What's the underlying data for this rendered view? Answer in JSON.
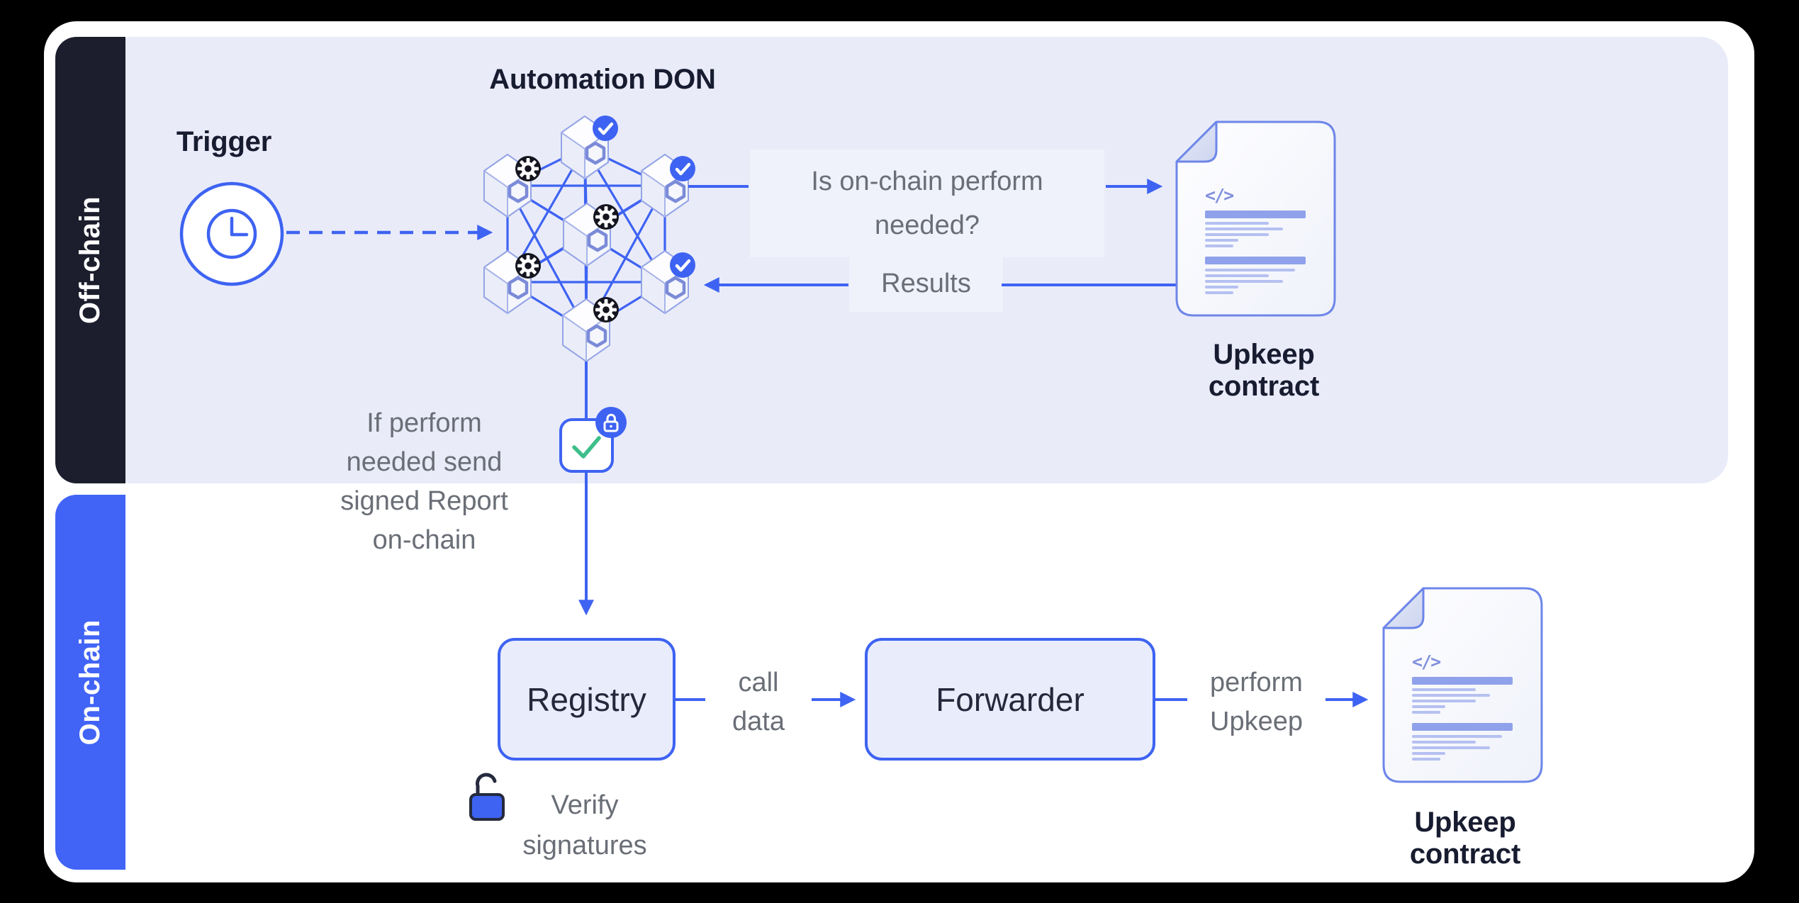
{
  "sidebar": {
    "off_chain": "Off-chain",
    "on_chain": "On-chain"
  },
  "offchain": {
    "trigger_label": "Trigger",
    "don_title": "Automation DON",
    "question": "Is on-chain perform needed?",
    "results": "Results",
    "upkeep_contract": "Upkeep contract",
    "report_note": "If perform needed send signed Report on-chain"
  },
  "onchain": {
    "registry": "Registry",
    "call_data": "call data",
    "forwarder": "Forwarder",
    "perform_upkeep": "perform Upkeep",
    "upkeep_contract": "Upkeep contract",
    "verify_signatures": "Verify signatures"
  },
  "icons": {
    "code_glyph": "</>"
  },
  "colors": {
    "accent_blue": "#3E63F2",
    "sidebar_dark": "#1C1E2D",
    "sidebar_blue": "#4164F6",
    "offchain_band": "#E9EBF9",
    "callout_backing": "#EFF1FB",
    "gray_text": "#6A6E76",
    "dark_text": "#181C30",
    "green_check": "#3DBE8B",
    "badge_black": "#14151E",
    "doc_border": "#6D86E8",
    "doc_bar": "#8FA1EA"
  }
}
